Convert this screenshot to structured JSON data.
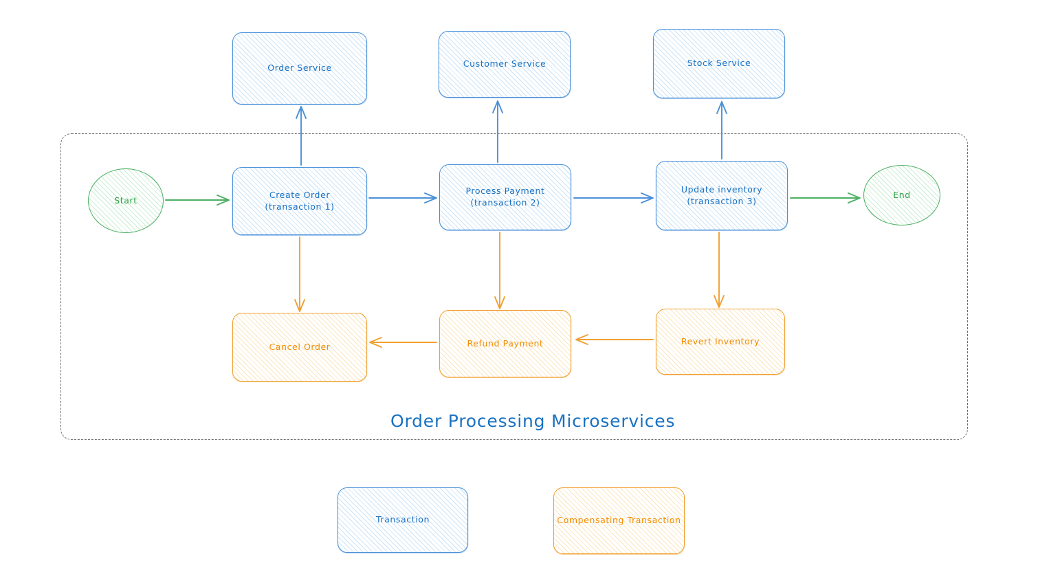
{
  "diagram": {
    "title": "Order Processing Microservices",
    "type": "saga-pattern-flowchart",
    "colors": {
      "transaction_stroke": "#4a90d9",
      "transaction_text": "#1971c2",
      "compensating_stroke": "#f0a030",
      "compensating_text": "#f08c00",
      "terminal_stroke": "#4caf63",
      "terminal_text": "#2f9e44",
      "frame_stroke": "#6b6b6b"
    }
  },
  "services": [
    {
      "id": "order-service",
      "label": "Order Service"
    },
    {
      "id": "customer-service",
      "label": "Customer Service"
    },
    {
      "id": "stock-service",
      "label": "Stock Service"
    }
  ],
  "terminals": {
    "start": "Start",
    "end": "End"
  },
  "transactions": [
    {
      "id": "create-order",
      "label": "Create Order\n(transaction 1)"
    },
    {
      "id": "process-payment",
      "label": "Process Payment\n(transaction 2)"
    },
    {
      "id": "update-inventory",
      "label": "Update inventory\n(transaction 3)"
    }
  ],
  "compensating": [
    {
      "id": "cancel-order",
      "label": "Cancel Order"
    },
    {
      "id": "refund-payment",
      "label": "Refund Payment"
    },
    {
      "id": "revert-inventory",
      "label": "Revert Inventory"
    }
  ],
  "legend": [
    {
      "id": "legend-transaction",
      "label": "Transaction",
      "kind": "transaction"
    },
    {
      "id": "legend-compensating",
      "label": "Compensating Transaction",
      "kind": "compensating"
    }
  ]
}
